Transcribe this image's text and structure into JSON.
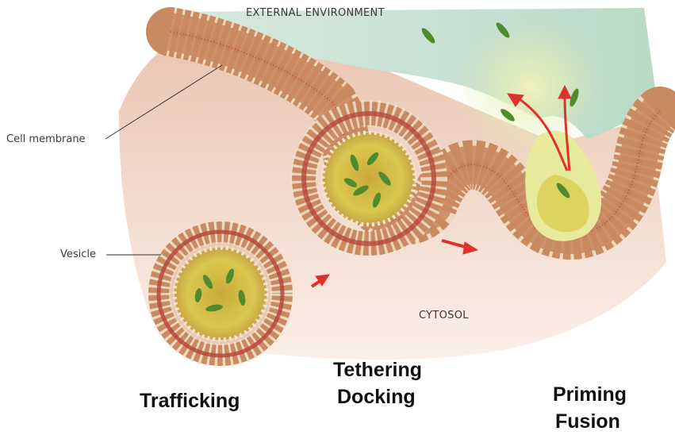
{
  "labels": {
    "external": "EXTERNAL ENVIRONMENT",
    "cytosol": "CYTOSOL",
    "cell_membrane": "Cell membrane",
    "vesicle": "Vesicle"
  },
  "stages": {
    "trafficking": "Trafficking",
    "tethering": "Tethering",
    "docking": "Docking",
    "priming": "Priming",
    "fusion": "Fusion"
  },
  "colors": {
    "membrane_body": "#c98a62",
    "membrane_core": "#b8463c",
    "lipid_head": "#f3e6cf",
    "vesicle_lumen": "#d8c44a",
    "cargo": "#4f8a2c",
    "arrow": "#e0322c",
    "external": "#c9e2d4"
  }
}
